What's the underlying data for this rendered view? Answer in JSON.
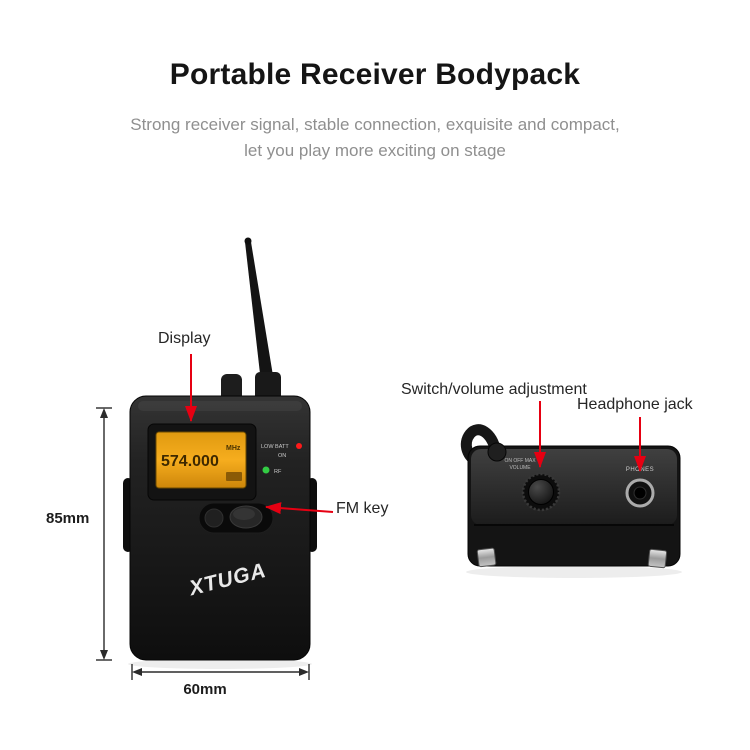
{
  "header": {
    "title": "Portable Receiver Bodypack",
    "subtitle_line1": "Strong receiver signal, stable connection, exquisite and compact,",
    "subtitle_line2": "let you play more exciting on stage"
  },
  "callouts": {
    "display": "Display",
    "fm_key": "FM key",
    "switch_volume": "Switch/volume adjustment",
    "headphone_jack": "Headphone jack"
  },
  "dimensions": {
    "height": "85mm",
    "width": "60mm"
  },
  "front_device": {
    "brand": "XTUGA",
    "lcd_frequency": "574.000",
    "lcd_unit": "MHz",
    "indicators": {
      "low_batt": "LOW BATT",
      "on": "ON",
      "rf": "RF"
    }
  },
  "top_device": {
    "phones_label": "PHONES",
    "volume_line1": "ON OFF MAX",
    "volume_line2": "VOLUME"
  },
  "colors": {
    "accent_red": "#e60012",
    "lcd_amber": "#f2a71b"
  }
}
